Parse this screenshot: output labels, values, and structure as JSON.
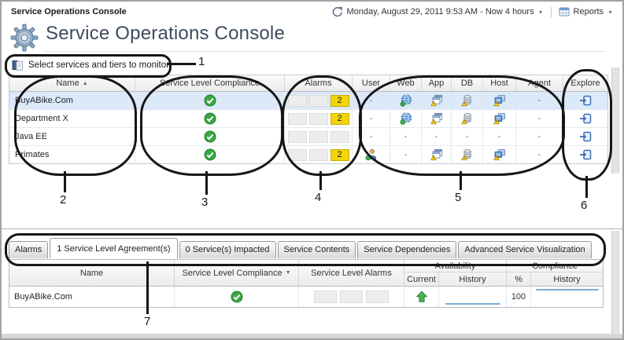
{
  "window": {
    "breadcrumb": "Service Operations Console",
    "title": "Service Operations Console"
  },
  "topbar": {
    "time_range": "Monday, August 29, 2011 9:53 AM - Now 4 hours",
    "reports_label": "Reports"
  },
  "toolbar": {
    "select_services_label": "Select services and tiers to monitor"
  },
  "services_table": {
    "columns": [
      {
        "label": "Name",
        "sort": "asc"
      },
      {
        "label": "Service Level Compliance"
      },
      {
        "label": "Alarms"
      },
      {
        "label": "User"
      },
      {
        "label": "Web"
      },
      {
        "label": "App"
      },
      {
        "label": "DB"
      },
      {
        "label": "Host"
      },
      {
        "label": "Agent"
      },
      {
        "label": "Explore"
      }
    ],
    "rows": [
      {
        "name": "BuyABike.Com",
        "selected": true,
        "service_level_compliance": "ok",
        "alarm_count": "2",
        "user": "-",
        "web": "web",
        "app": "app-warning",
        "db": "db-warning",
        "host": "host-warning",
        "agent": "-",
        "explore": "explore"
      },
      {
        "name": "Department X",
        "selected": false,
        "service_level_compliance": "ok",
        "alarm_count": "2",
        "user": "-",
        "web": "web",
        "app": "app-warning",
        "db": "db-warning",
        "host": "host-warning",
        "agent": "-",
        "explore": "explore"
      },
      {
        "name": "Java EE",
        "selected": false,
        "service_level_compliance": "ok",
        "alarm_count": "",
        "user": "-",
        "web": "-",
        "app": "-",
        "db": "-",
        "host": "-",
        "agent": "-",
        "explore": "explore"
      },
      {
        "name": "Primates",
        "selected": false,
        "service_level_compliance": "ok",
        "alarm_count": "2",
        "user": "user",
        "web": "-",
        "app": "app-warning",
        "db": "db-warning",
        "host": "host-warning",
        "agent": "-",
        "explore": "explore"
      }
    ]
  },
  "tabs": [
    {
      "label": "Alarms",
      "active": false
    },
    {
      "label": "1 Service Level Agreement(s)",
      "active": true
    },
    {
      "label": "0 Service(s) Impacted",
      "active": false
    },
    {
      "label": "Service Contents",
      "active": false
    },
    {
      "label": "Service Dependencies",
      "active": false
    },
    {
      "label": "Advanced Service Visualization",
      "active": false
    }
  ],
  "sla_table": {
    "columns": {
      "name": "Name",
      "service_level_compliance": "Service Level Compliance",
      "service_level_alarms": "Service Level Alarms",
      "availability": "Availability",
      "current": "Current",
      "history": "History",
      "percent": "%",
      "compliance": "Compliance",
      "history2": "History"
    },
    "row": {
      "name": "BuyABike.Com",
      "service_level_compliance": "ok",
      "availability_current": "up",
      "availability_percent": "100"
    }
  },
  "callouts": [
    "1",
    "2",
    "3",
    "4",
    "5",
    "6",
    "7"
  ],
  "colors": {
    "selected_row": "#dbe9f9",
    "alarm_badge_yellow": "#f2d50a",
    "compliance_ok_green": "#3aa845",
    "title_text": "#3e4c5c",
    "spark_blue": "#74add9"
  }
}
